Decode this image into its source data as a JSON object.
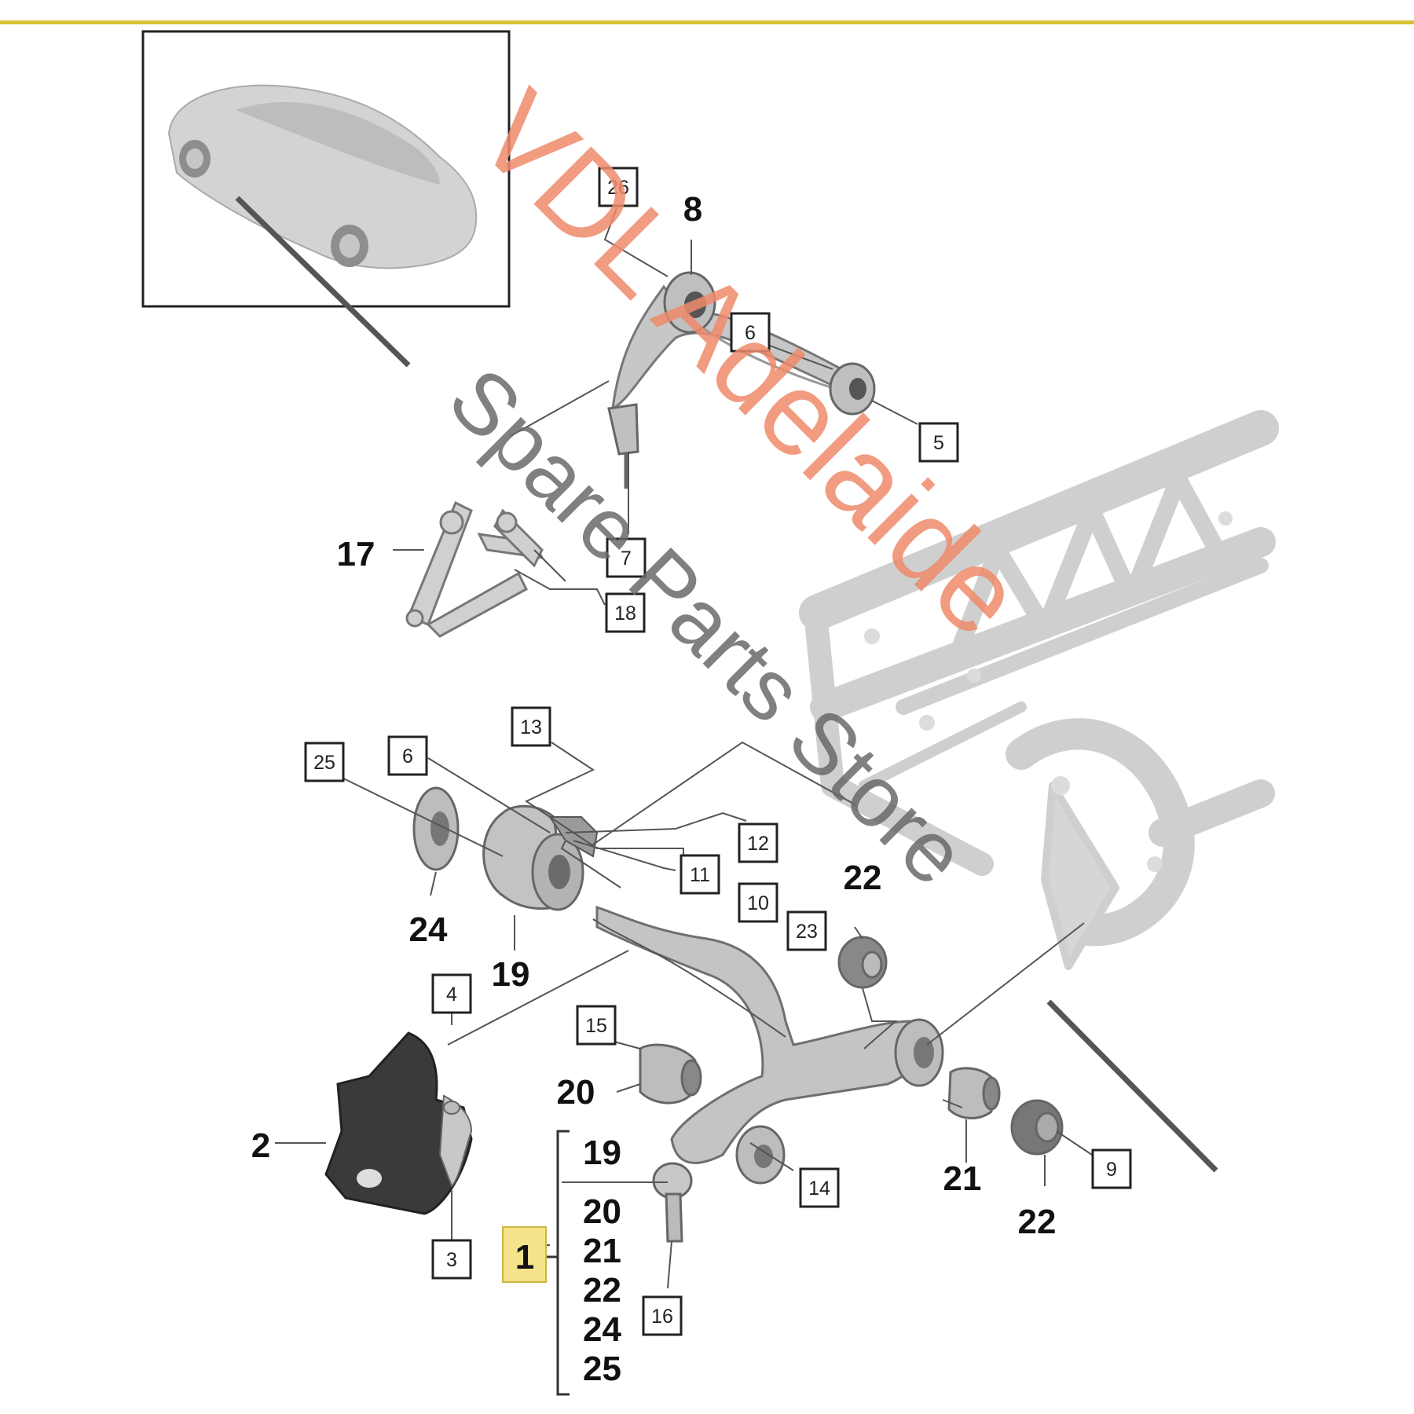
{
  "accent_color": "#d8c23a",
  "watermark": {
    "line1": "VDL Adelaide",
    "line2": "Spare Parts Store"
  },
  "callouts": {
    "c1": "1",
    "c2": "2",
    "c3": "3",
    "c4": "4",
    "c5": "5",
    "c6a": "6",
    "c6b": "6",
    "c7": "7",
    "c8": "8",
    "c9": "9",
    "c10": "10",
    "c11": "11",
    "c12": "12",
    "c13": "13",
    "c14": "14",
    "c15": "15",
    "c16": "16",
    "c17": "17",
    "c18": "18",
    "c19": "19",
    "c20": "20",
    "c21": "21",
    "c22a": "22",
    "c22b": "22",
    "c23": "23",
    "c24": "24",
    "c25": "25",
    "c26": "26"
  },
  "kit_list": [
    "19",
    "20",
    "21",
    "22",
    "24",
    "25"
  ]
}
